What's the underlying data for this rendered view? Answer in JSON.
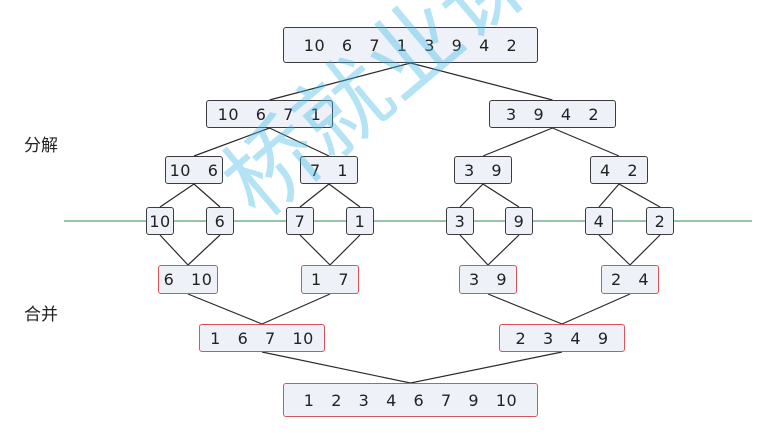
{
  "labels": {
    "split": "分解",
    "merge": "合并"
  },
  "watermark": "桥就业课",
  "colors": {
    "split_border": "#3c3c3c",
    "merge_border": "#d9545a",
    "box_fill": "#eef2f8",
    "divider": "#2e8b57"
  },
  "nodes": [
    {
      "id": "n0",
      "text": "10   6   7   1   3   9   4   2",
      "kind": "split"
    },
    {
      "id": "n1",
      "text": "10   6   7   1",
      "kind": "split"
    },
    {
      "id": "n2",
      "text": "3   9   4   2",
      "kind": "split"
    },
    {
      "id": "n3",
      "text": "10   6",
      "kind": "split"
    },
    {
      "id": "n4",
      "text": "7   1",
      "kind": "split"
    },
    {
      "id": "n5",
      "text": "3   9",
      "kind": "split"
    },
    {
      "id": "n6",
      "text": "4   2",
      "kind": "split"
    },
    {
      "id": "n7",
      "text": "10",
      "kind": "split"
    },
    {
      "id": "n8",
      "text": "6",
      "kind": "split"
    },
    {
      "id": "n9",
      "text": "7",
      "kind": "split"
    },
    {
      "id": "n10",
      "text": "1",
      "kind": "split"
    },
    {
      "id": "n11",
      "text": "3",
      "kind": "split"
    },
    {
      "id": "n12",
      "text": "9",
      "kind": "split"
    },
    {
      "id": "n13",
      "text": "4",
      "kind": "split"
    },
    {
      "id": "n14",
      "text": "2",
      "kind": "split"
    },
    {
      "id": "n15",
      "text": "6   10",
      "kind": "merge"
    },
    {
      "id": "n16",
      "text": "1   7",
      "kind": "merge"
    },
    {
      "id": "n17",
      "text": "3   9",
      "kind": "merge"
    },
    {
      "id": "n18",
      "text": "2   4",
      "kind": "merge"
    },
    {
      "id": "n19",
      "text": "1   6   7   10",
      "kind": "merge"
    },
    {
      "id": "n20",
      "text": "2   3   4   9",
      "kind": "merge"
    },
    {
      "id": "n21",
      "text": "1   2   3   4   6   7   9   10",
      "kind": "merge"
    }
  ],
  "edges": [
    [
      "n0",
      "n1"
    ],
    [
      "n0",
      "n2"
    ],
    [
      "n1",
      "n3"
    ],
    [
      "n1",
      "n4"
    ],
    [
      "n2",
      "n5"
    ],
    [
      "n2",
      "n6"
    ],
    [
      "n3",
      "n7"
    ],
    [
      "n3",
      "n8"
    ],
    [
      "n4",
      "n9"
    ],
    [
      "n4",
      "n10"
    ],
    [
      "n5",
      "n11"
    ],
    [
      "n5",
      "n12"
    ],
    [
      "n6",
      "n13"
    ],
    [
      "n6",
      "n14"
    ],
    [
      "n7",
      "n15"
    ],
    [
      "n8",
      "n15"
    ],
    [
      "n9",
      "n16"
    ],
    [
      "n10",
      "n16"
    ],
    [
      "n11",
      "n17"
    ],
    [
      "n12",
      "n17"
    ],
    [
      "n13",
      "n18"
    ],
    [
      "n14",
      "n18"
    ],
    [
      "n15",
      "n19"
    ],
    [
      "n16",
      "n19"
    ],
    [
      "n17",
      "n20"
    ],
    [
      "n18",
      "n20"
    ],
    [
      "n19",
      "n21"
    ],
    [
      "n20",
      "n21"
    ]
  ]
}
